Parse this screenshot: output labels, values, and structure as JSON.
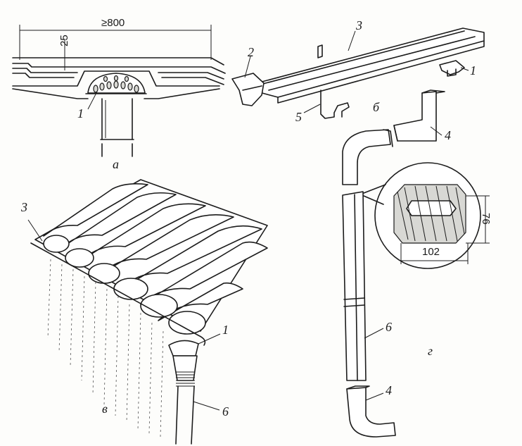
{
  "panels": {
    "a": {
      "label": "а",
      "dim_width": "≥800",
      "dim_height": "25",
      "callouts": [
        "1"
      ]
    },
    "b": {
      "label": "б",
      "callouts": [
        "3",
        "2",
        "1",
        "5"
      ]
    },
    "c": {
      "label": "в",
      "callouts": [
        "3",
        "1",
        "6"
      ]
    },
    "d": {
      "label": "г",
      "callouts": [
        "4",
        "6",
        "4"
      ],
      "section_width": "102",
      "section_height": "76"
    }
  }
}
